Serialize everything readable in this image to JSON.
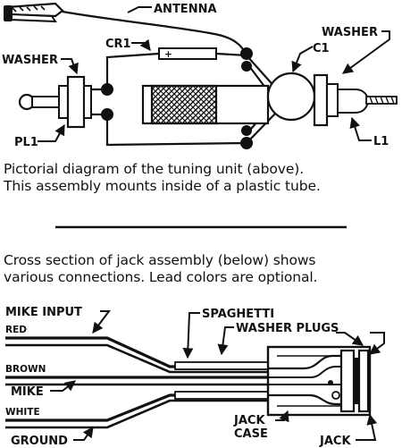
{
  "top_diagram": {
    "labels": {
      "antenna": "ANTENNA",
      "washer_left": "WASHER",
      "cr1": "CR1",
      "plus": "+",
      "washer_right": "WASHER",
      "c1": "C1",
      "pl1": "PL1",
      "l1": "L1"
    }
  },
  "caption_top": {
    "line1": "Pictorial diagram of the tuning unit (above).",
    "line2": "This assembly mounts inside of a plastic tube."
  },
  "caption_bottom": {
    "line1": "Cross section of jack assembly (below) shows",
    "line2": "various connections.  Lead colors are optional."
  },
  "bottom_diagram": {
    "labels": {
      "mike_input": "MIKE INPUT",
      "red": "RED",
      "spaghetti": "SPAGHETTI",
      "washer_plugs": "WASHER PLUGS",
      "brown": "BROWN",
      "mike": "MIKE",
      "white": "WHITE",
      "ground": "GROUND",
      "jack_case_line1": "JACK",
      "jack_case_line2": "CASE",
      "jack": "JACK"
    }
  }
}
